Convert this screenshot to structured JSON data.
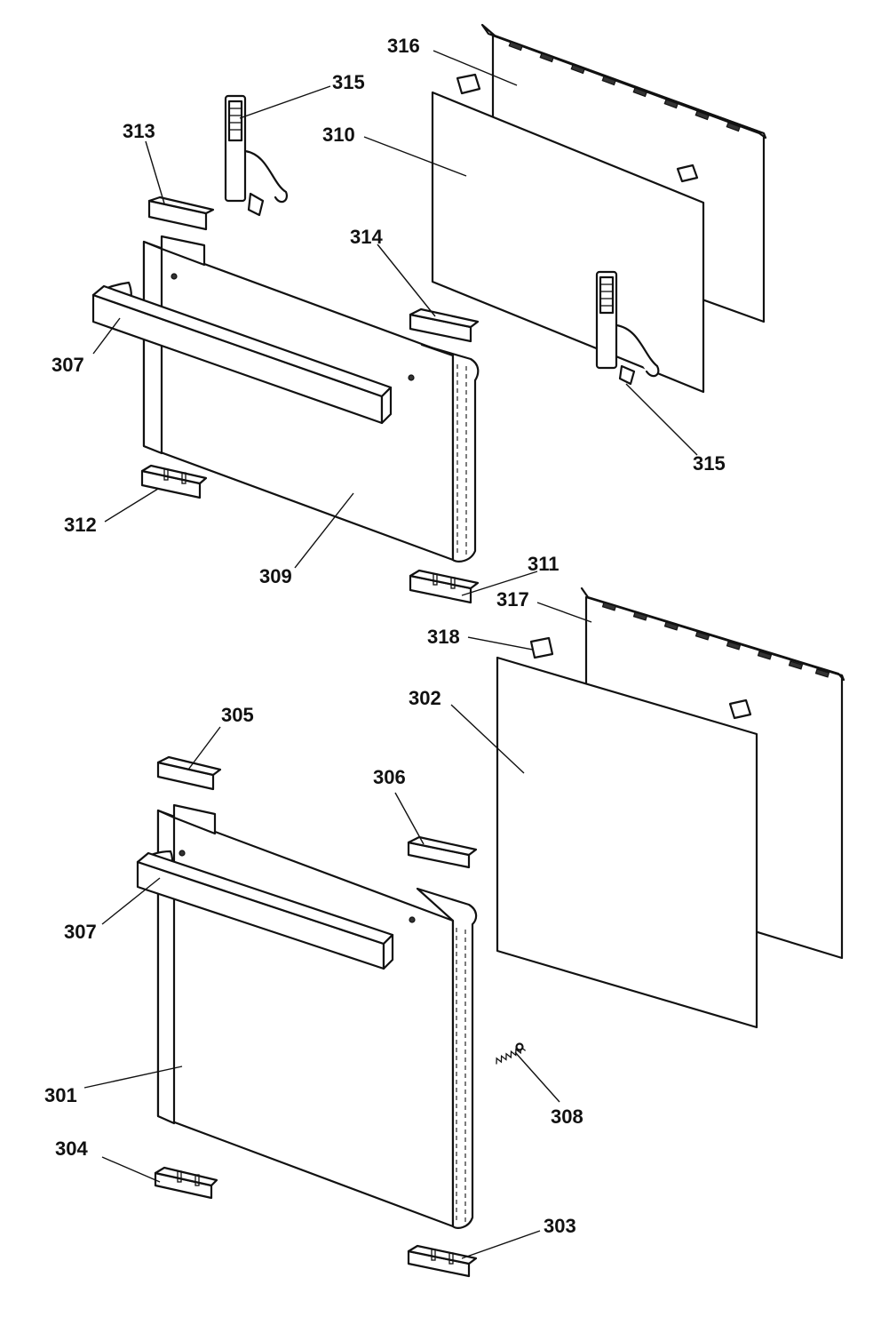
{
  "labels": {
    "l316": "316",
    "l315a": "315",
    "l313": "313",
    "l310": "310",
    "l314": "314",
    "l307a": "307",
    "l315b": "315",
    "l312": "312",
    "l309": "309",
    "l311": "311",
    "l317": "317",
    "l318": "318",
    "l302": "302",
    "l305": "305",
    "l306": "306",
    "l307b": "307",
    "l301": "301",
    "l308": "308",
    "l304": "304",
    "l303": "303"
  }
}
